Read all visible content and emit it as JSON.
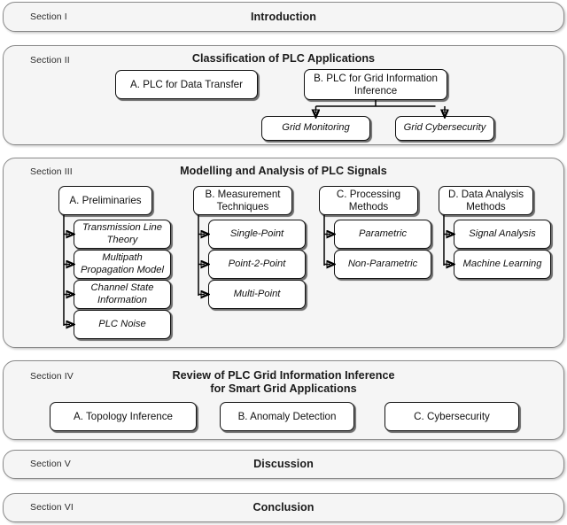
{
  "figure": {
    "type": "hierarchical-section-outline",
    "description": "Paper organization flow chart of PLC survey sections"
  },
  "sections": [
    {
      "id": "section-1",
      "label": "Section I",
      "title": "Introduction",
      "title_lines": [
        "Introduction"
      ],
      "boxes": []
    },
    {
      "id": "section-2",
      "label": "Section II",
      "title": "Classification of PLC Applications",
      "title_lines": [
        "Classification of PLC Applications"
      ],
      "boxes": [
        {
          "id": "s2-a",
          "text": "A. PLC for Data Transfer",
          "style": "plain"
        },
        {
          "id": "s2-b",
          "text": "B. PLC for Grid Information Inference",
          "style": "plain"
        },
        {
          "id": "s2-b-1",
          "text": "Grid Monitoring",
          "style": "italic"
        },
        {
          "id": "s2-b-2",
          "text": "Grid Cybersecurity",
          "style": "italic"
        }
      ]
    },
    {
      "id": "section-3",
      "label": "Section III",
      "title": "Modelling and Analysis of PLC Signals",
      "title_lines": [
        "Modelling and Analysis of PLC Signals"
      ],
      "columns": [
        {
          "id": "col-a",
          "parent": "A. Preliminaries",
          "children": [
            "Transmission Line Theory",
            "Multipath Propagation Model",
            "Channel State Information",
            "PLC Noise"
          ]
        },
        {
          "id": "col-b",
          "parent": "B. Measurement Techniques",
          "children": [
            "Single-Point",
            "Point-2-Point",
            "Multi-Point"
          ]
        },
        {
          "id": "col-c",
          "parent": "C. Processing Methods",
          "children": [
            "Parametric",
            "Non-Parametric"
          ]
        },
        {
          "id": "col-d",
          "parent": "D. Data Analysis Methods",
          "children": [
            "Signal Analysis",
            "Machine Learning"
          ]
        }
      ]
    },
    {
      "id": "section-4",
      "label": "Section IV",
      "title": "Review of PLC Grid Information Inference for Smart Grid Applications",
      "title_lines": [
        "Review of PLC Grid Information Inference",
        "for Smart Grid Applications"
      ],
      "boxes": [
        {
          "id": "s4-a",
          "text": "A. Topology Inference",
          "style": "plain"
        },
        {
          "id": "s4-b",
          "text": "B. Anomaly Detection",
          "style": "plain"
        },
        {
          "id": "s4-c",
          "text": "C. Cybersecurity",
          "style": "plain"
        }
      ]
    },
    {
      "id": "section-5",
      "label": "Section V",
      "title": "Discussion",
      "title_lines": [
        "Discussion"
      ],
      "boxes": []
    },
    {
      "id": "section-6",
      "label": "Section VI",
      "title": "Conclusion",
      "title_lines": [
        "Conclusion"
      ],
      "boxes": []
    }
  ],
  "colors": {
    "page_background": "#ffffff",
    "section_fill": "#f5f5f5",
    "section_border": "#8a8a8a",
    "box_fill": "#ffffff",
    "box_border": "#111111",
    "text": "#1a1a1a",
    "connector": "#000000"
  }
}
